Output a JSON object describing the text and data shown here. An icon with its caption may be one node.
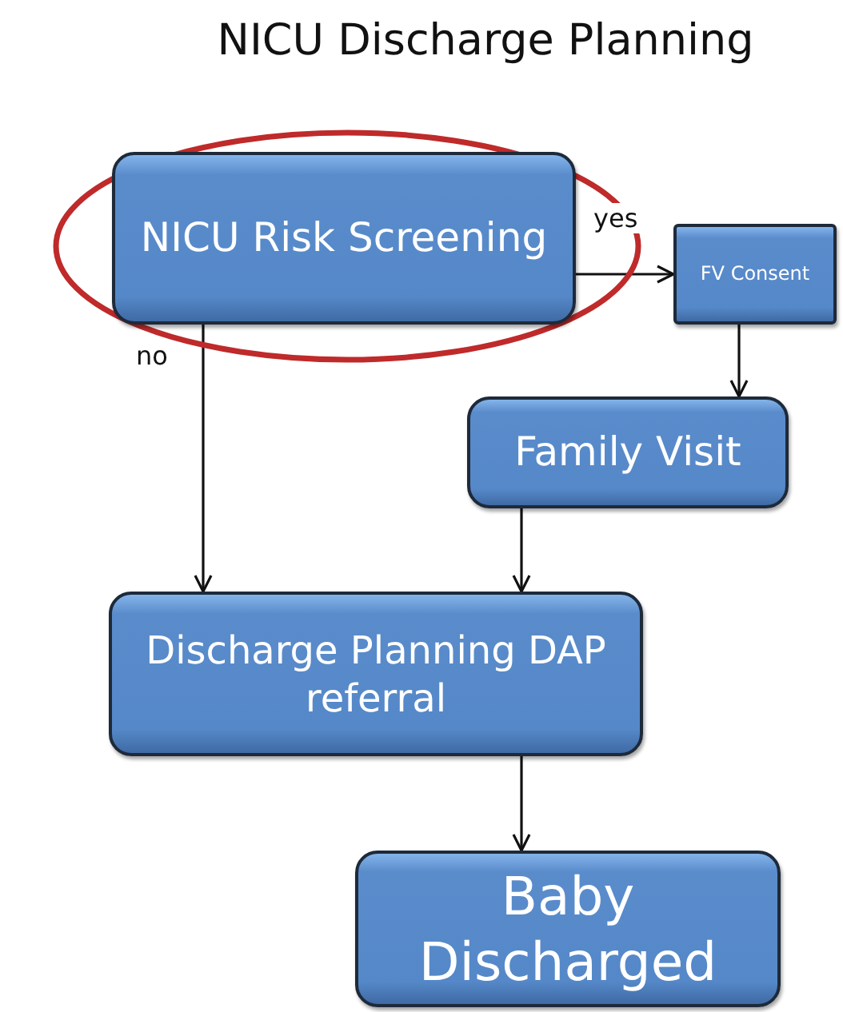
{
  "diagram": {
    "title": "NICU Discharge Planning",
    "nodes": [
      {
        "text": [
          "NICU Risk Screening"
        ]
      },
      {
        "text": [
          "FV Consent"
        ]
      },
      {
        "text": [
          "Family Visit"
        ]
      },
      {
        "text": [
          "Discharge Planning DAP referral"
        ]
      },
      {
        "text": [
          "Baby Discharged"
        ]
      }
    ],
    "edges": [
      {
        "from": 0,
        "to": 1,
        "arrow": "to",
        "label": "yes"
      },
      {
        "from": 1,
        "to": 2,
        "arrow": "to"
      },
      {
        "from": 0,
        "to": 3,
        "arrow": "to",
        "label": "no"
      },
      {
        "from": 2,
        "to": 3,
        "arrow": "to"
      },
      {
        "from": 3,
        "to": 4,
        "arrow": "to"
      }
    ]
  }
}
